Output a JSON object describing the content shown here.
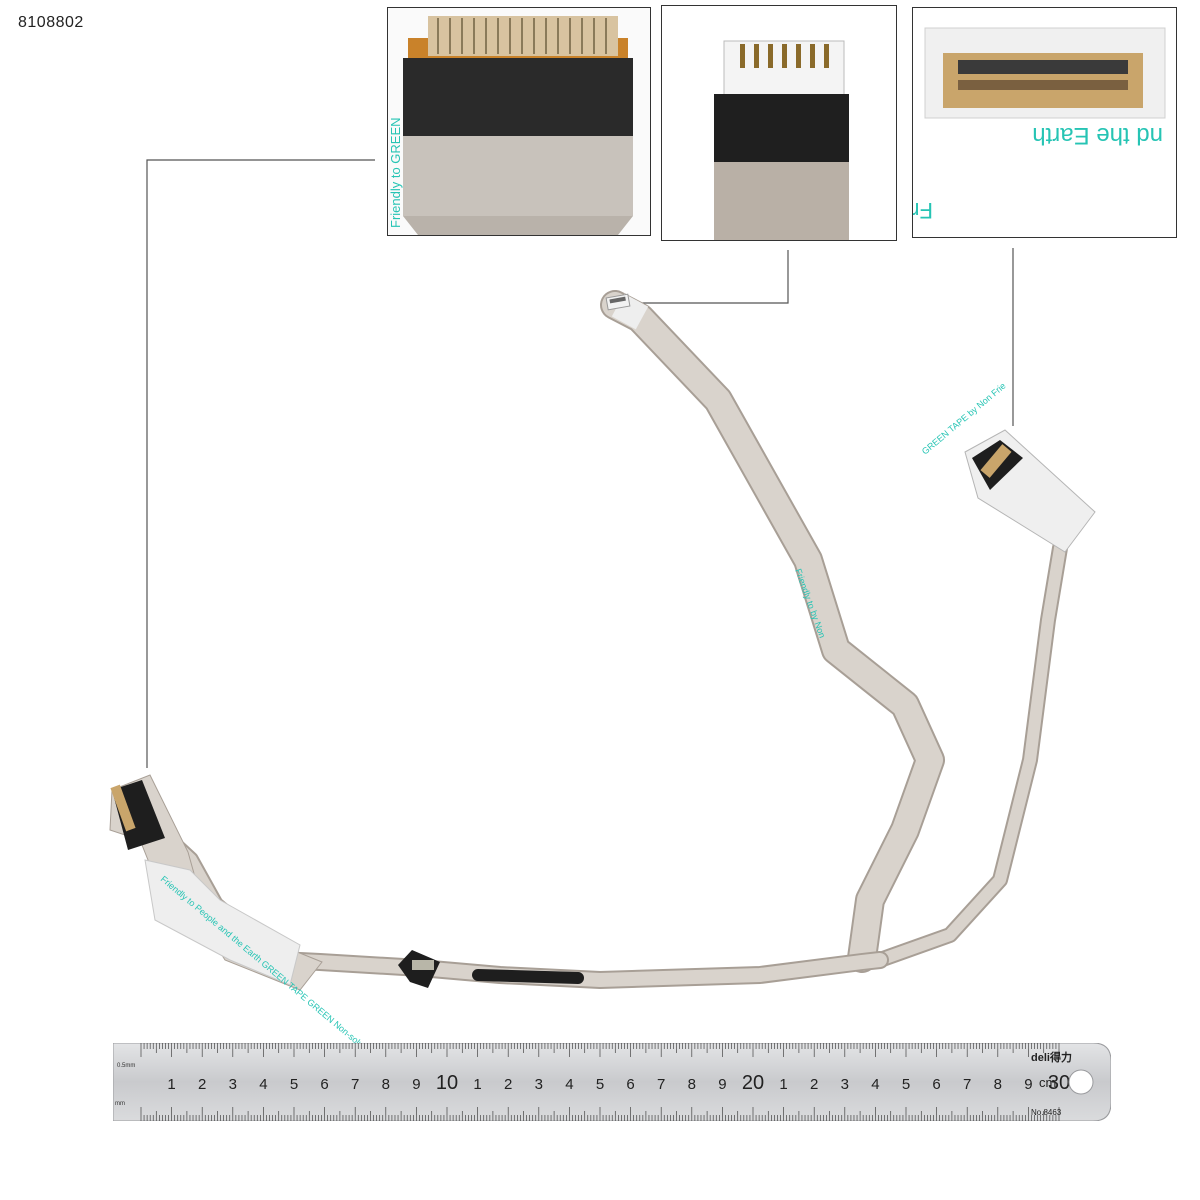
{
  "product": {
    "sku": "8108802"
  },
  "insets": [
    {
      "name": "left-connector-closeup",
      "caption": "Friendly to GREEN"
    },
    {
      "name": "middle-connector-closeup",
      "caption": ""
    },
    {
      "name": "right-connector-closeup",
      "caption": "nd the Earth",
      "caption2": "Frie"
    }
  ],
  "tape_labels": {
    "left": "Friendly to People and the Earth  GREEN TAPE GREEN  Non-solvent tape",
    "right": "GREEN TAPE  by Non  Frie",
    "middle": "Friendly to  by Non"
  },
  "ruler": {
    "brand": "deli得力",
    "model": "No.8463",
    "unit": "cm",
    "unit_small": "mm",
    "precision": "0.5mm",
    "numbers": [
      "1",
      "2",
      "3",
      "4",
      "5",
      "6",
      "7",
      "8",
      "9",
      "10",
      "1",
      "2",
      "3",
      "4",
      "5",
      "6",
      "7",
      "8",
      "9",
      "20",
      "1",
      "2",
      "3",
      "4",
      "5",
      "6",
      "7",
      "8",
      "9",
      "30"
    ]
  },
  "colors": {
    "cable": "#d6cfc8",
    "cable_edge": "#a89f96",
    "sleeve": "#1e1e1e",
    "tape_text": "#26c4b4",
    "ruler_metal": "#cfd0d2",
    "connector_gold": "#c9a56b"
  }
}
